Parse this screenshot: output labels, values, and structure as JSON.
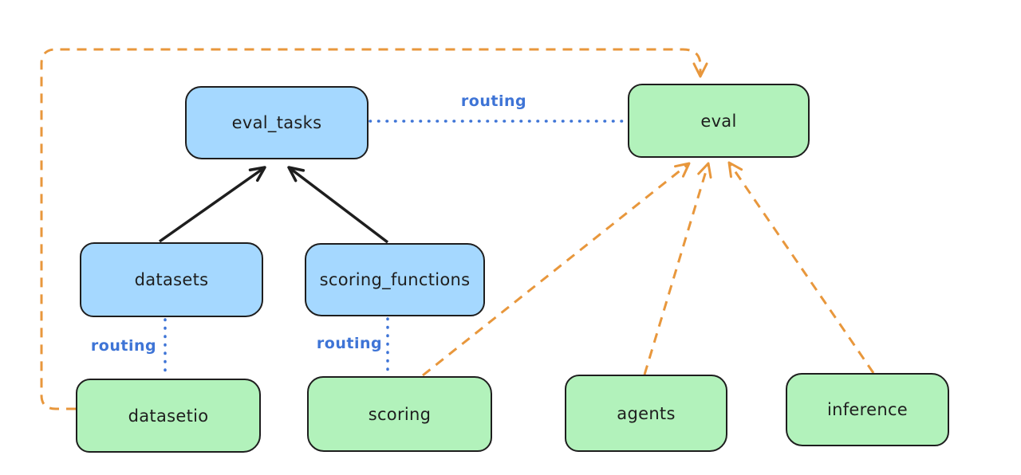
{
  "diagram": {
    "nodes": {
      "eval_tasks": {
        "label": "eval_tasks",
        "fill": "#a5d8ff"
      },
      "eval": {
        "label": "eval",
        "fill": "#b2f2bb"
      },
      "datasets": {
        "label": "datasets",
        "fill": "#a5d8ff"
      },
      "scoring_functions": {
        "label": "scoring_functions",
        "fill": "#a5d8ff"
      },
      "datasetio": {
        "label": "datasetio",
        "fill": "#b2f2bb"
      },
      "scoring": {
        "label": "scoring",
        "fill": "#b2f2bb"
      },
      "agents": {
        "label": "agents",
        "fill": "#b2f2bb"
      },
      "inference": {
        "label": "inference",
        "fill": "#b2f2bb"
      }
    },
    "edges": [
      {
        "from": "datasets",
        "to": "eval_tasks",
        "style": "solid-arrow",
        "color": "#1e1e1e"
      },
      {
        "from": "scoring_functions",
        "to": "eval_tasks",
        "style": "solid-arrow",
        "color": "#1e1e1e"
      },
      {
        "from": "eval_tasks",
        "to": "eval",
        "style": "dotted",
        "color": "#3e74d6",
        "label": "routing"
      },
      {
        "from": "datasets",
        "to": "datasetio",
        "style": "dotted",
        "color": "#3e74d6",
        "label": "routing"
      },
      {
        "from": "scoring_functions",
        "to": "scoring",
        "style": "dotted",
        "color": "#3e74d6",
        "label": "routing"
      },
      {
        "from": "datasetio",
        "to": "eval",
        "style": "dashed-arrow",
        "color": "#e8973c"
      },
      {
        "from": "scoring",
        "to": "eval",
        "style": "dashed-arrow",
        "color": "#e8973c"
      },
      {
        "from": "agents",
        "to": "eval",
        "style": "dashed-arrow",
        "color": "#e8973c"
      },
      {
        "from": "inference",
        "to": "eval",
        "style": "dashed-arrow",
        "color": "#e8973c"
      }
    ],
    "colors": {
      "background": "#ffffff",
      "node_border": "#1e1e1e",
      "blue_fill": "#a5d8ff",
      "green_fill": "#b2f2bb",
      "routing_blue": "#3e74d6",
      "orange": "#e8973c",
      "black": "#1e1e1e",
      "text": "#1e1e1e"
    }
  }
}
